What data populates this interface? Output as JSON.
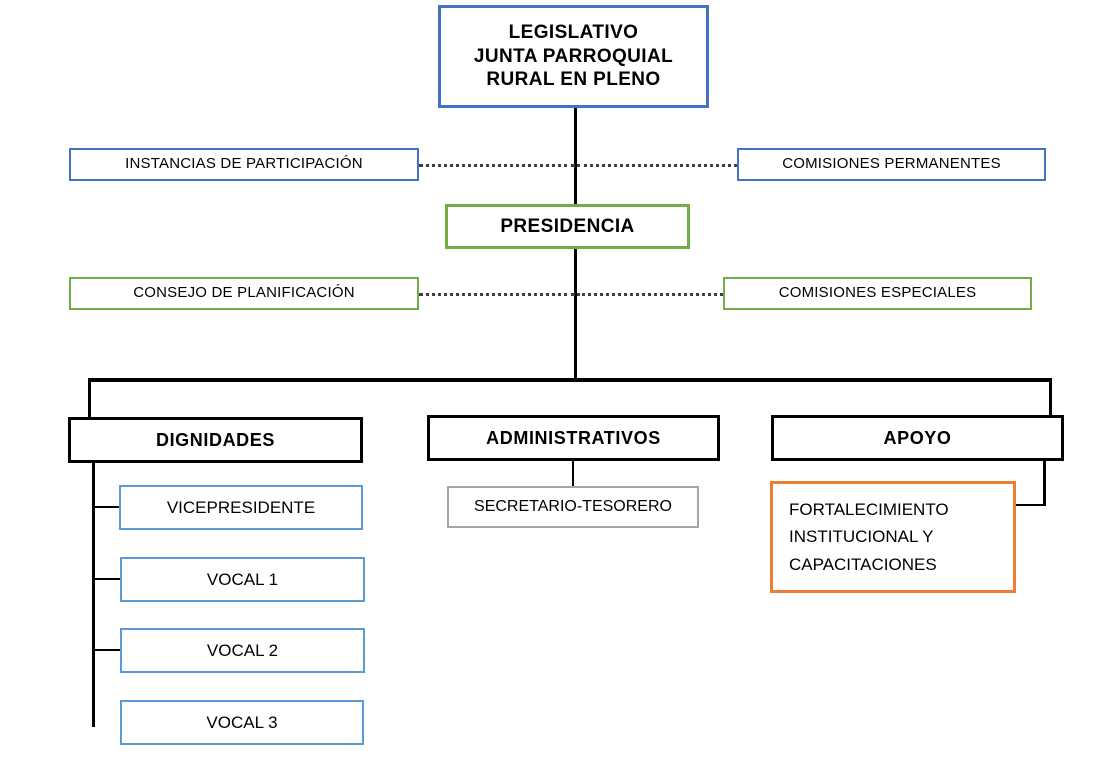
{
  "diagram": {
    "title": "Organigrama Junta Parroquial Rural",
    "colors": {
      "legislativo_border": "#4472C4",
      "participacion_border": "#4472C4",
      "presidencia_border": "#70AD47",
      "planificacion_border": "#70AD47",
      "tier3_border": "#000000",
      "leaf_border": "#5B9BD5",
      "secretario_border": "#A6A6A6",
      "apoyo_unit_border": "#ED7D31",
      "connector": "#000000",
      "dotted_connector": "#404040"
    },
    "nodes": {
      "legislativo": {
        "line1": "LEGISLATIVO",
        "line2": "JUNTA PARROQUIAL",
        "line3": "RURAL EN PLENO"
      },
      "instancias_participacion": "INSTANCIAS  DE  PARTICIPACIÓN",
      "comisiones_permanentes": "COMISIONES  PERMANENTES",
      "presidencia": "PRESIDENCIA",
      "consejo_planificacion": "CONSEJO DE PLANIFICACIÓN",
      "comisiones_especiales": "COMISIONES  ESPECIALES",
      "dignidades": "DIGNIDADES",
      "administrativos": "ADMINISTRATIVOS",
      "apoyo": "APOYO",
      "vicepresidente": "VICEPRESIDENTE",
      "vocal_1": "VOCAL 1",
      "vocal_2": "VOCAL 2",
      "vocal_3": "VOCAL 3",
      "secretario_tesorero": "SECRETARIO-TESORERO",
      "fortalecimiento": {
        "line1": "FORTALECIMIENTO",
        "line2": "INSTITUCIONAL   Y",
        "line3": "CAPACITACIONES"
      }
    }
  }
}
